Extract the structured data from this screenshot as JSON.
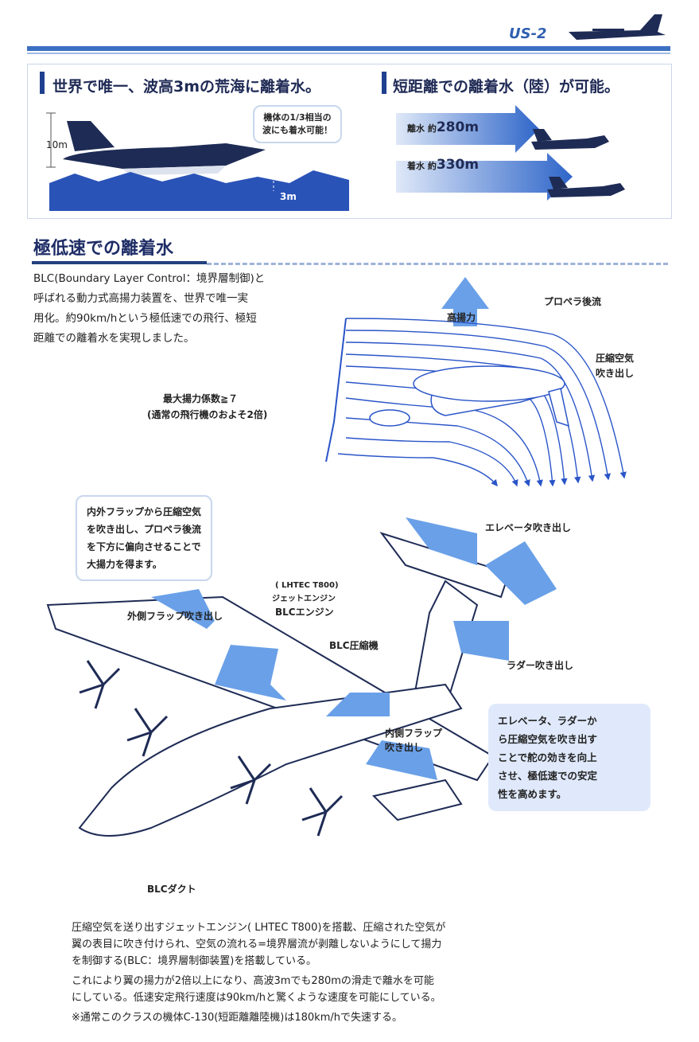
{
  "header": {
    "model": "US-2"
  },
  "banner_left": {
    "title": "世界で唯一、波高3mの荒海に離着水。",
    "callout": [
      "機体の1/3相当の",
      "波にも着水可能！"
    ],
    "height_label": "10m",
    "wave_label": "3m"
  },
  "banner_right": {
    "title": "短距離での離着水（陸）が可能。",
    "takeoff_prefix": "離水 約",
    "takeoff_value": "280m",
    "landing_prefix": "着水 約",
    "landing_value": "330m"
  },
  "section": {
    "title": "極低速での離着水"
  },
  "intro": [
    "BLC(Boundary Layer Control：境界層制御)と",
    "呼ばれる動力式高揚力装置を、世界で唯一実",
    "用化。約90km/hという極低速での飛行、極短",
    "距離での離着水を実現しました。"
  ],
  "flow_diagram": {
    "high_lift": "高揚力",
    "prop_wash": "プロペラ後流",
    "compressed_air": [
      "圧縮空気",
      "吹き出し"
    ],
    "max_lift_line1": "最大揚力係数≧７",
    "max_lift_line2": "(通常の飛行機のおよそ2倍)"
  },
  "aircraft_diagram": {
    "callout_left": [
      "内外フラップから圧縮空気",
      "を吹き出し、プロペラ後流",
      "を下方に偏向させることで",
      "大揚力を得ます。"
    ],
    "engine_model": "( LHTEC T800)",
    "engine_type": "ジェットエンジン",
    "blc_engine": "BLCエンジン",
    "outer_flap": "外側フラップ吹き出し",
    "blc_compressor": "BLC圧縮機",
    "elevator": "エレベータ吹き出し",
    "rudder": "ラダー吹き出し",
    "inner_flap_line1": "内側フラップ",
    "inner_flap_line2": "吹き出し",
    "blc_duct": "BLCダクト",
    "callout_right": [
      "エレベータ、ラダーか",
      "ら圧縮空気を吹き出す",
      "ことで舵の効きを向上",
      "させ、極低速での安定",
      "性を高めます。"
    ]
  },
  "footer": {
    "p1_lines": [
      "圧縮空気を送り出すジェットエンジン( LHTEC T800)を搭載、圧縮された空気が",
      "翼の表目に吹き付けられ、空気の流れる=境界層流が剥離しないようにして揚力",
      "を制御する(BLC：境界層制御装置)を搭載している。"
    ],
    "p2_lines": [
      "これにより翼の揚力が2倍以上になり、高波3mでも280mの滑走で離水を可能",
      "にしている。低速安定飛行速度は90km/hと驚くような速度を可能にしている。"
    ],
    "p3": "※通常このクラスの機体C-130(短距離離陸機)は180km/hで失速する。"
  }
}
